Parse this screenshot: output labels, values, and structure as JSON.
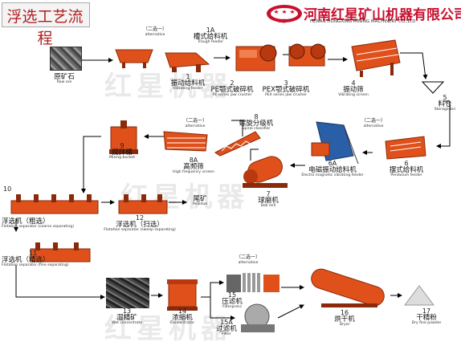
{
  "title": "浮选工艺流程",
  "company": {
    "name_cn": "河南红星矿山机器有限公司",
    "name_en": "HENAN HONGXING MINING MACHINERY CO.,LTD",
    "logo_text": "红星"
  },
  "watermark": "红星机器",
  "alternative": {
    "cn": "（二选一）",
    "en": "alternative"
  },
  "steps": [
    {
      "id": "raw",
      "num": "",
      "cn": "原矿石",
      "en": "Raw ore"
    },
    {
      "id": "1A",
      "num": "1A",
      "cn": "槽式给料机",
      "en": "Trough feeder"
    },
    {
      "id": "1",
      "num": "1",
      "cn": "振动给料机",
      "en": "Vibrating feeder"
    },
    {
      "id": "2",
      "num": "2",
      "cn": "PE颚式破碎机",
      "en": "PE series jaw crusher"
    },
    {
      "id": "3",
      "num": "3",
      "cn": "PEX颚式破碎机",
      "en": "PEX series jaw crusher"
    },
    {
      "id": "4",
      "num": "4",
      "cn": "振动筛",
      "en": "Vibrating screen"
    },
    {
      "id": "5",
      "num": "5",
      "cn": "料仓",
      "en": "Storage bin"
    },
    {
      "id": "6",
      "num": "6",
      "cn": "摆式给料机",
      "en": "Pendulum feeder"
    },
    {
      "id": "6A",
      "num": "6A",
      "cn": "电磁振动给料机",
      "en": "Electro magnetic vibrating feeder"
    },
    {
      "id": "7",
      "num": "7",
      "cn": "球磨机",
      "en": "Ball mill"
    },
    {
      "id": "8",
      "num": "8",
      "cn": "螺旋分级机",
      "en": "Spiral classifier"
    },
    {
      "id": "8A",
      "num": "8A",
      "cn": "高频筛",
      "en": "High frequency screen"
    },
    {
      "id": "9",
      "num": "9",
      "cn": "搅拌桶",
      "en": "Mixing bucket"
    },
    {
      "id": "10",
      "num": "10",
      "cn": "浮选机（粗选）",
      "en": "Flotation separator (coarse separating)"
    },
    {
      "id": "12",
      "num": "12",
      "cn": "浮选机（扫选）",
      "en": "Flotation separator (sweep separating)"
    },
    {
      "id": "tail",
      "num": "",
      "cn": "尾矿",
      "en": "Residue"
    },
    {
      "id": "11",
      "num": "11",
      "cn": "浮选机（精选）",
      "en": "Flotation separator (fine separating)"
    },
    {
      "id": "13",
      "num": "13",
      "cn": "湿精矿",
      "en": "Wet concentrate"
    },
    {
      "id": "14",
      "num": "14",
      "cn": "浓缩机",
      "en": "Concentrator"
    },
    {
      "id": "15",
      "num": "15",
      "cn": "压滤机",
      "en": "Filterpress"
    },
    {
      "id": "15A",
      "num": "15A",
      "cn": "过滤机",
      "en": "Filter"
    },
    {
      "id": "16",
      "num": "16",
      "cn": "烘干机",
      "en": "Dryer"
    },
    {
      "id": "17",
      "num": "17",
      "cn": "干精粉",
      "en": "Dry fine powder"
    }
  ],
  "colors": {
    "machine": "#e0501b",
    "machine_dark": "#b8380f",
    "title": "#b02020",
    "ore": "#555555",
    "line": "#000000",
    "logo": "#c8102e"
  }
}
